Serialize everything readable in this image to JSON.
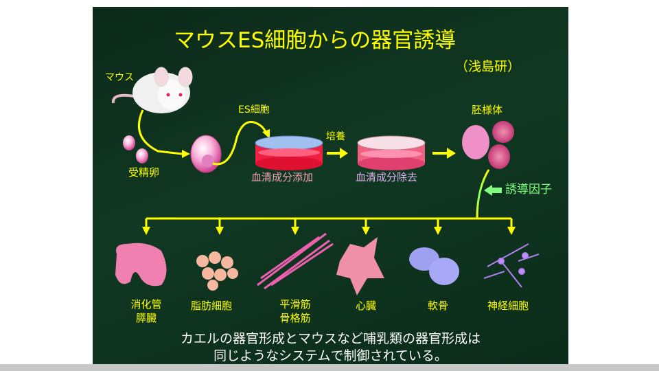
{
  "title": "マウスES細胞からの器官誘導",
  "lab": "（浅島研）",
  "labels": {
    "mouse": "マウス",
    "fertilized_egg": "受精卵",
    "es_cell": "ES細胞",
    "serum_add": "血清成分添加",
    "culture": "培養",
    "serum_remove": "血清成分除去",
    "embryoid_body": "胚様体",
    "inducer": "誘導因子"
  },
  "organs": [
    {
      "line1": "消化管",
      "line2": "膵臓"
    },
    {
      "line1": "脂肪細胞"
    },
    {
      "line1": "平滑筋",
      "line2": "骨格筋"
    },
    {
      "line1": "心臓"
    },
    {
      "line1": "軟骨"
    },
    {
      "line1": "神経細胞"
    }
  ],
  "conclusion": {
    "line1": "カエルの器官形成とマウスなど哺乳類の器官形成は",
    "line2": "同じようなシステムで制御されている。"
  },
  "colors": {
    "title": "#ffff00",
    "serum_add": "#f4a0b8",
    "serum_remove": "#e0b0f0",
    "inducer": "#80ff80"
  }
}
